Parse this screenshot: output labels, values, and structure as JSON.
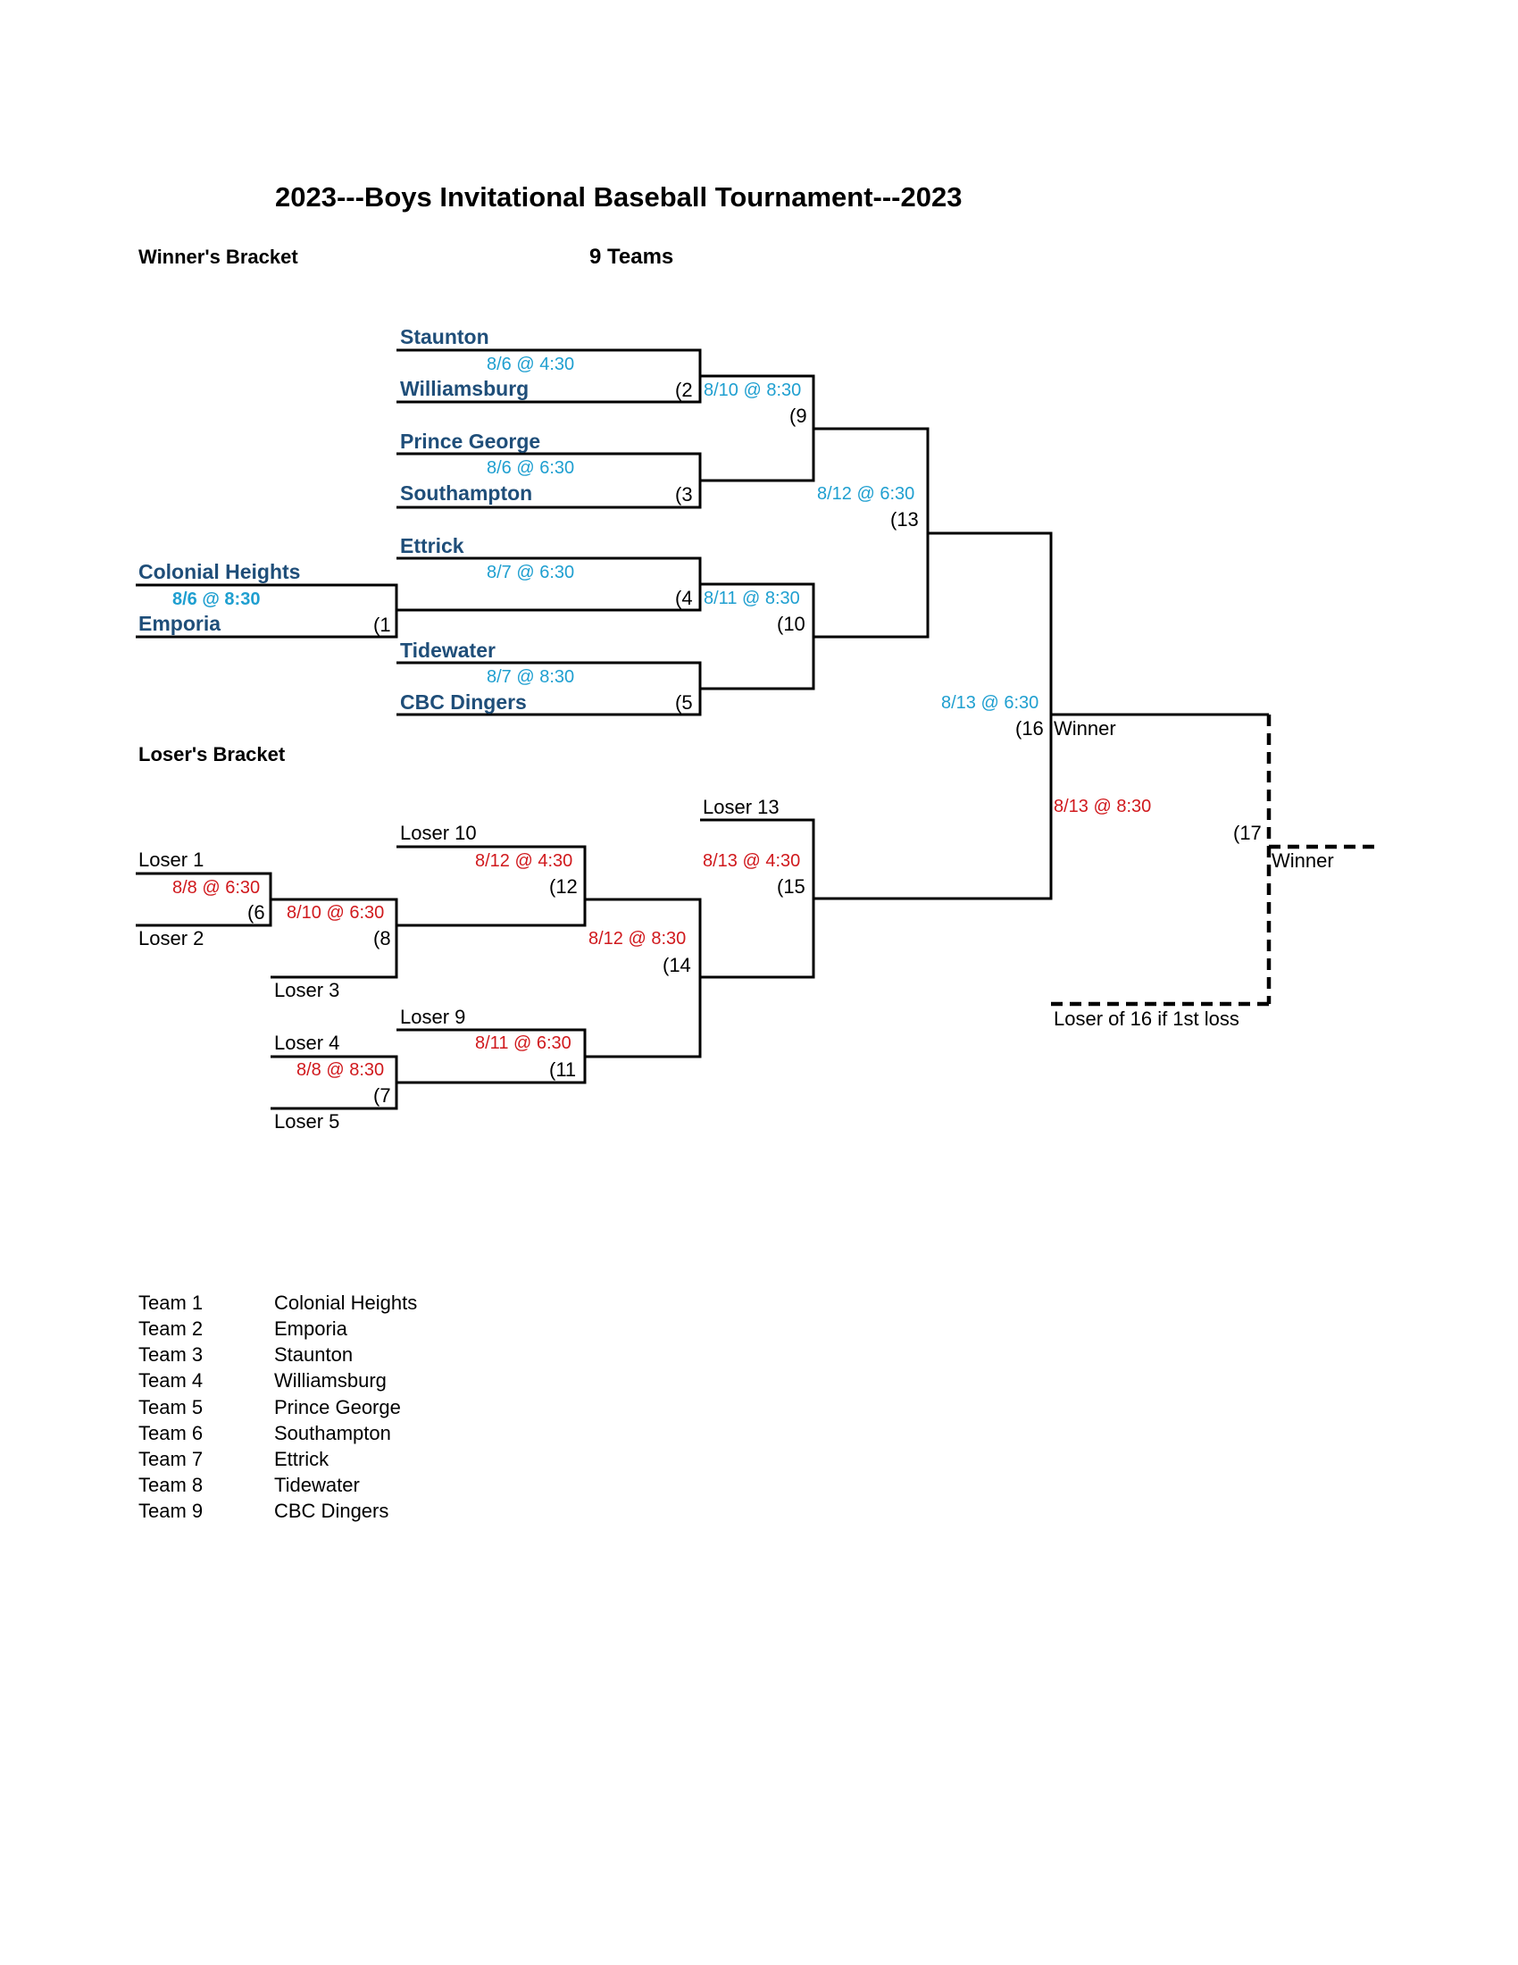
{
  "title": "2023---Boys Invitational Baseball Tournament---2023",
  "winners_bracket_label": "Winner's Bracket",
  "team_count_label": "9 Teams",
  "losers_bracket_label": "Loser's Bracket",
  "colors": {
    "team_text": "#1f4e79",
    "winners_date": "#1f9fd0",
    "losers_date": "#d0191d"
  },
  "winners": {
    "g1": {
      "top": "Colonial Heights",
      "date": "8/6 @ 8:30",
      "bottom": "Emporia",
      "num": "(1"
    },
    "g2": {
      "top": "Staunton",
      "date": "8/6 @ 4:30",
      "bottom": "Williamsburg",
      "num": "(2"
    },
    "g3": {
      "top": "Prince George",
      "date": "8/6 @ 6:30",
      "bottom": "Southampton",
      "num": "(3"
    },
    "g4": {
      "top": "Ettrick",
      "date": "8/7 @ 6:30",
      "num": "(4"
    },
    "g5": {
      "top": "Tidewater",
      "date": "8/7 @ 8:30",
      "bottom": "CBC Dingers",
      "num": "(5"
    },
    "g9": {
      "date": "8/10 @ 8:30",
      "num": "(9"
    },
    "g10": {
      "date": "8/11 @ 8:30",
      "num": "(10"
    },
    "g13": {
      "date": "8/12 @ 6:30",
      "num": "(13"
    },
    "g16": {
      "date": "8/13 @ 6:30",
      "num": "(16",
      "winner": "Winner"
    }
  },
  "losers": {
    "g6": {
      "top": "Loser 1",
      "date": "8/8 @ 6:30",
      "bottom": "Loser 2",
      "num": "(6"
    },
    "g7": {
      "top": "Loser 4",
      "date": "8/8 @ 8:30",
      "bottom": "Loser 5",
      "num": "(7"
    },
    "g8": {
      "date": "8/10 @ 6:30",
      "bottom": "Loser 3",
      "num": "(8"
    },
    "g11": {
      "top": "Loser 9",
      "date": "8/11 @ 6:30",
      "num": "(11"
    },
    "g12": {
      "top": "Loser 10",
      "date": "8/12 @ 4:30",
      "num": "(12"
    },
    "g14": {
      "date": "8/12 @ 8:30",
      "num": "(14"
    },
    "g15": {
      "top": "Loser 13",
      "date": "8/13 @ 4:30",
      "num": "(15"
    }
  },
  "final": {
    "date": "8/13 @ 8:30",
    "num": "(17",
    "winner": "Winner",
    "if_game": "Loser of 16 if 1st loss"
  },
  "teams": [
    {
      "label": "Team 1",
      "name": "Colonial Heights"
    },
    {
      "label": "Team 2",
      "name": "Emporia"
    },
    {
      "label": "Team 3",
      "name": "Staunton"
    },
    {
      "label": "Team 4",
      "name": "Williamsburg"
    },
    {
      "label": "Team 5",
      "name": "Prince George"
    },
    {
      "label": "Team 6",
      "name": "Southampton"
    },
    {
      "label": "Team 7",
      "name": "Ettrick"
    },
    {
      "label": "Team 8",
      "name": "Tidewater"
    },
    {
      "label": "Team 9",
      "name": "CBC Dingers"
    }
  ]
}
